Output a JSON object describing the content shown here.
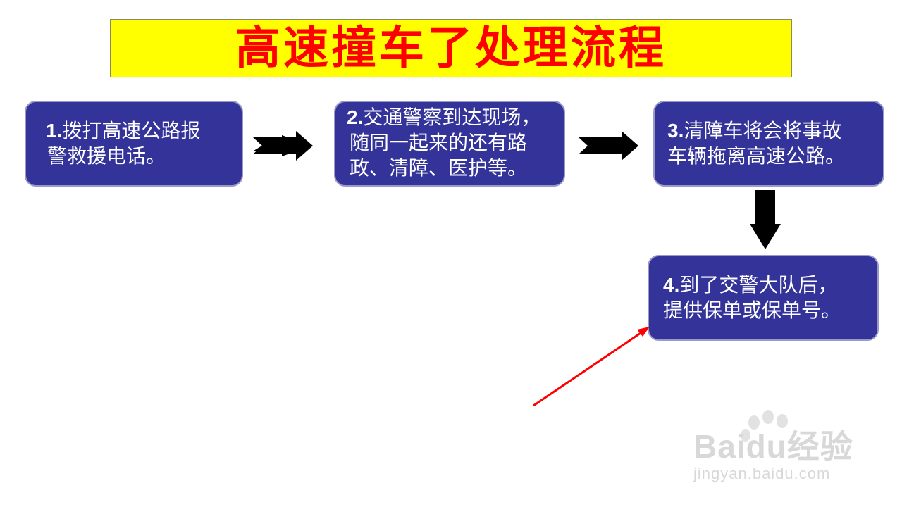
{
  "title": "高速撞车了处理流程",
  "colors": {
    "title_bg": "#ffff00",
    "title_text": "#ff0000",
    "step_bg": "#333399",
    "arrow": "#000000",
    "pointer_arrow": "#ff0000"
  },
  "steps": [
    {
      "num": "1.",
      "lines": [
        "拨打高速公路报",
        "警救援电话。"
      ]
    },
    {
      "num": "2.",
      "lines": [
        "交通警察到达现场，",
        "随同一起来的还有路",
        "政、清障、医护等。"
      ]
    },
    {
      "num": "3.",
      "lines": [
        "清障车将会将事故",
        "车辆拖离高速公路。"
      ]
    },
    {
      "num": "4.",
      "lines": [
        "到了交警大队后，",
        "提供保单或保单号。"
      ]
    }
  ],
  "watermark": {
    "brand": "Baidu经验",
    "url": "jingyan.baidu.com"
  }
}
